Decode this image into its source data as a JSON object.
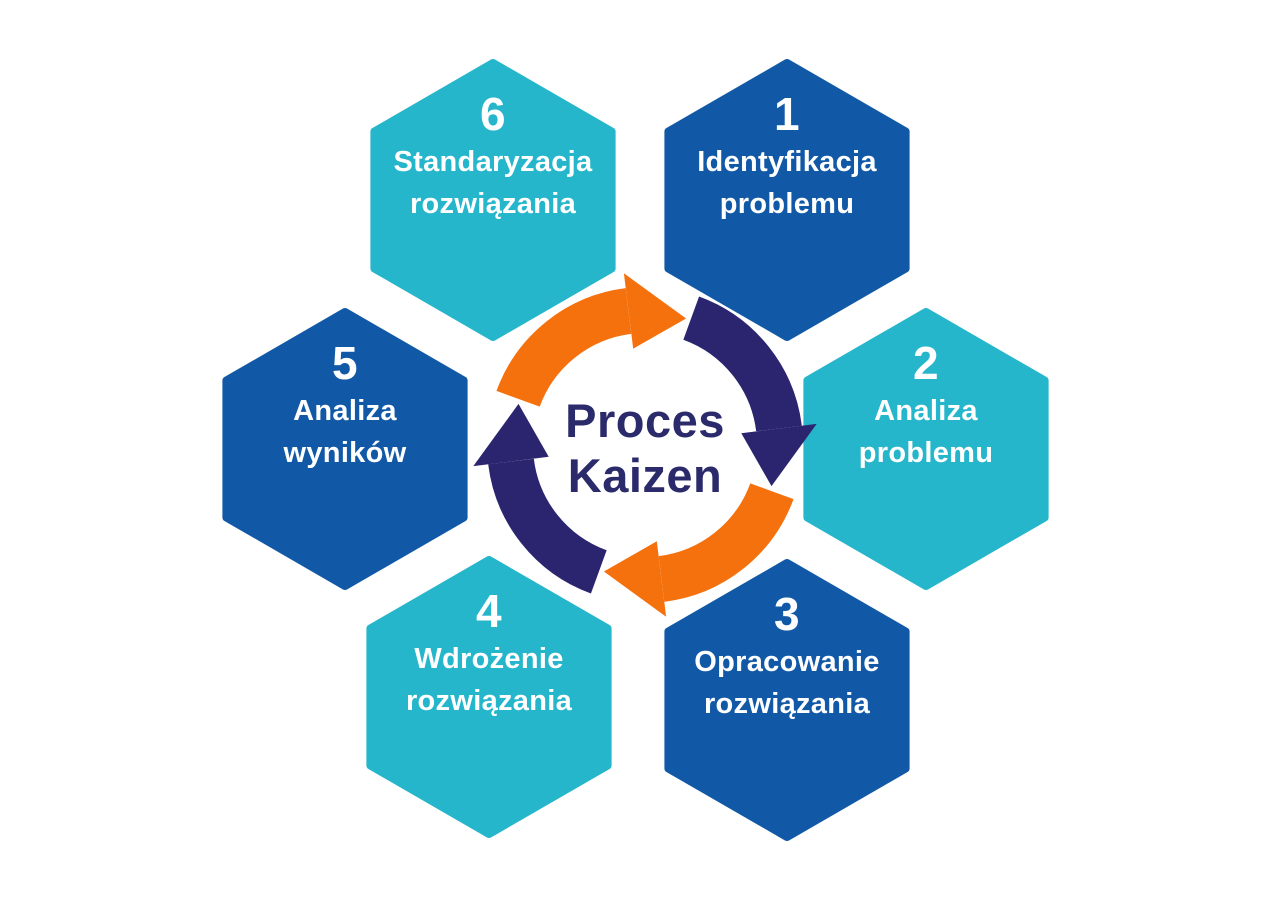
{
  "title": "Proces Kaizen",
  "center": {
    "line1": "Proces",
    "line2": "Kaizen"
  },
  "colors": {
    "dark_blue": "#1159a6",
    "cyan": "#26b6cb",
    "orange": "#f4710d",
    "navy": "#2b2570",
    "center_text": "#2b2a6b",
    "hex_text": "#ffffff",
    "background": "#ffffff"
  },
  "steps": [
    {
      "number": "1",
      "line1": "Identyfikacja",
      "line2": "problemu",
      "fill": "dark_blue"
    },
    {
      "number": "2",
      "line1": "Analiza",
      "line2": "problemu",
      "fill": "cyan"
    },
    {
      "number": "3",
      "line1": "Opracowanie",
      "line2": "rozwiązania",
      "fill": "dark_blue"
    },
    {
      "number": "4",
      "line1": "Wdrożenie",
      "line2": "rozwiązania",
      "fill": "cyan"
    },
    {
      "number": "5",
      "line1": "Analiza",
      "line2": "wyników",
      "fill": "dark_blue"
    },
    {
      "number": "6",
      "line1": "Standaryzacja",
      "line2": "rozwiązania",
      "fill": "cyan"
    }
  ],
  "cycle": {
    "description": "clockwise cycle arrows",
    "arrow_colors": [
      "orange",
      "navy",
      "orange",
      "navy"
    ]
  }
}
